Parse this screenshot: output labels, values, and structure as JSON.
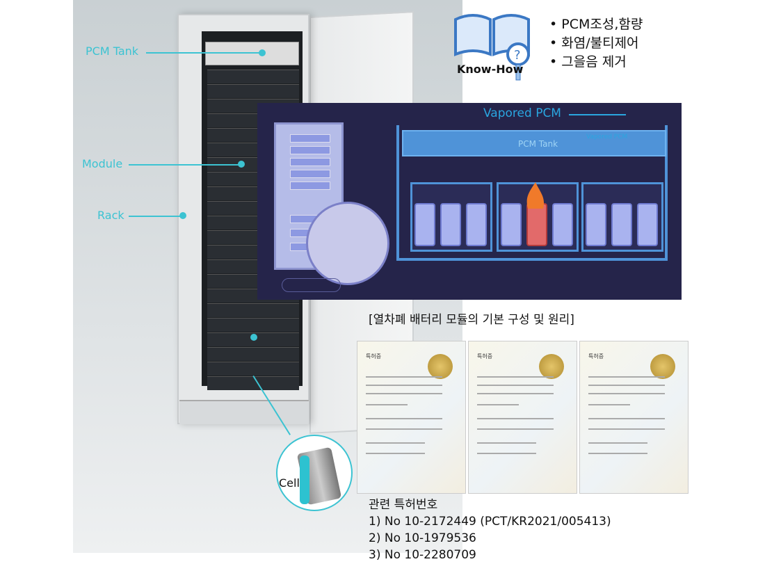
{
  "rack_labels": {
    "pcm_tank": "PCM Tank",
    "module": "Module",
    "rack": "Rack",
    "cell": "Cell"
  },
  "knowhow": {
    "label": "Know-How",
    "bullets": [
      "• PCM조성,함량",
      "• 화염/불티제어",
      "• 그을음 제거"
    ]
  },
  "diagram": {
    "vapored_pcm": "Vapored PCM",
    "vapored_pcm_small": "Vapored PCM",
    "pcm_tank": "PCM Tank"
  },
  "caption": "[열차폐 배터리 모듈의 기본 구성 및 원리]",
  "certificates": {
    "title": "특허증",
    "count": 3
  },
  "patents": {
    "title": "관련 특허번호",
    "items": [
      "1) No 10-2172449 (PCT/KR2021/005413)",
      "2) No 10-1979536",
      "3) No 10-2280709"
    ]
  },
  "colors": {
    "accent": "#3cc3d2",
    "panel": "#25244a",
    "tank": "#4f93d8",
    "hot_cell": "#e26a6a"
  }
}
